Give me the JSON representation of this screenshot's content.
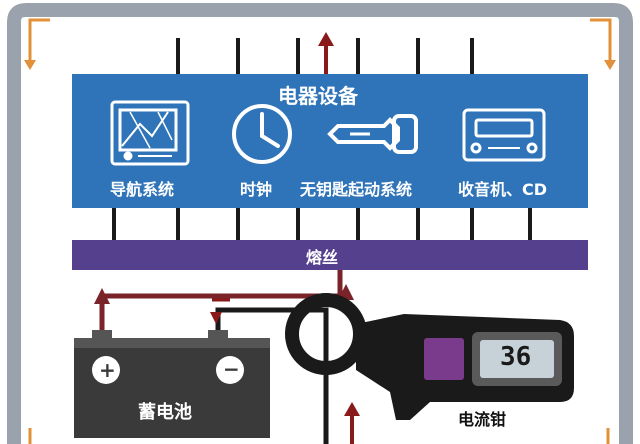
{
  "device_box": {
    "title": "电器设备",
    "devices": [
      {
        "label": "导航系统",
        "icon": "navigation-screen-icon"
      },
      {
        "label": "时钟",
        "icon": "clock-icon"
      },
      {
        "label": "无钥匙起动系统",
        "icon": "key-icon"
      },
      {
        "label": "收音机、CD",
        "icon": "car-radio-icon"
      }
    ]
  },
  "fuse": {
    "label": "熔丝"
  },
  "battery": {
    "label": "蓄电池",
    "positive_symbol": "+",
    "negative_symbol": "−"
  },
  "clamp_meter": {
    "label": "电流钳",
    "display_value": "36"
  },
  "colors": {
    "device_blue": "#2f74b8",
    "fuse_purple": "#55408e",
    "wire_positive": "#7a2328",
    "wire_negative": "#1a1a1a",
    "frame_gray": "#9aa3ad",
    "frame_orange": "#e3903a",
    "arrow_dark_red": "#8a1a1a"
  }
}
